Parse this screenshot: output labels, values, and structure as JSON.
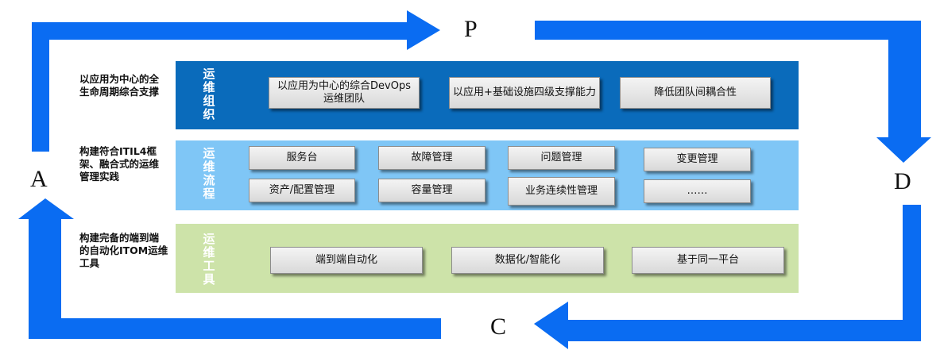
{
  "pdca": {
    "p": "P",
    "d": "D",
    "c": "C",
    "a": "A"
  },
  "colors": {
    "arrow": "#0a6cf2",
    "org_band": "#0a6bbb",
    "flow_band": "#7fc6f6",
    "tool_band": "#cde3a9"
  },
  "rows": {
    "org": {
      "label": "以应用为中心的全生命周期综合支撑",
      "title": "运维组织",
      "boxes": [
        "以应用为中心的综合DevOps运维团队",
        "以应用+基础设施四级支撑能力",
        "降低团队间耦合性"
      ]
    },
    "flow": {
      "label": "构建符合ITIL4框架、融合式的运维管理实践",
      "title": "运维流程",
      "boxes": [
        "服务台",
        "故障管理",
        "问题管理",
        "变更管理",
        "资产/配置管理",
        "容量管理",
        "业务连续性管理",
        "……"
      ]
    },
    "tool": {
      "label": "构建完备的端到端的自动化ITOM运维工具",
      "title": "运维工具",
      "boxes": [
        "端到端自动化",
        "数据化/智能化",
        "基于同一平台"
      ]
    }
  }
}
